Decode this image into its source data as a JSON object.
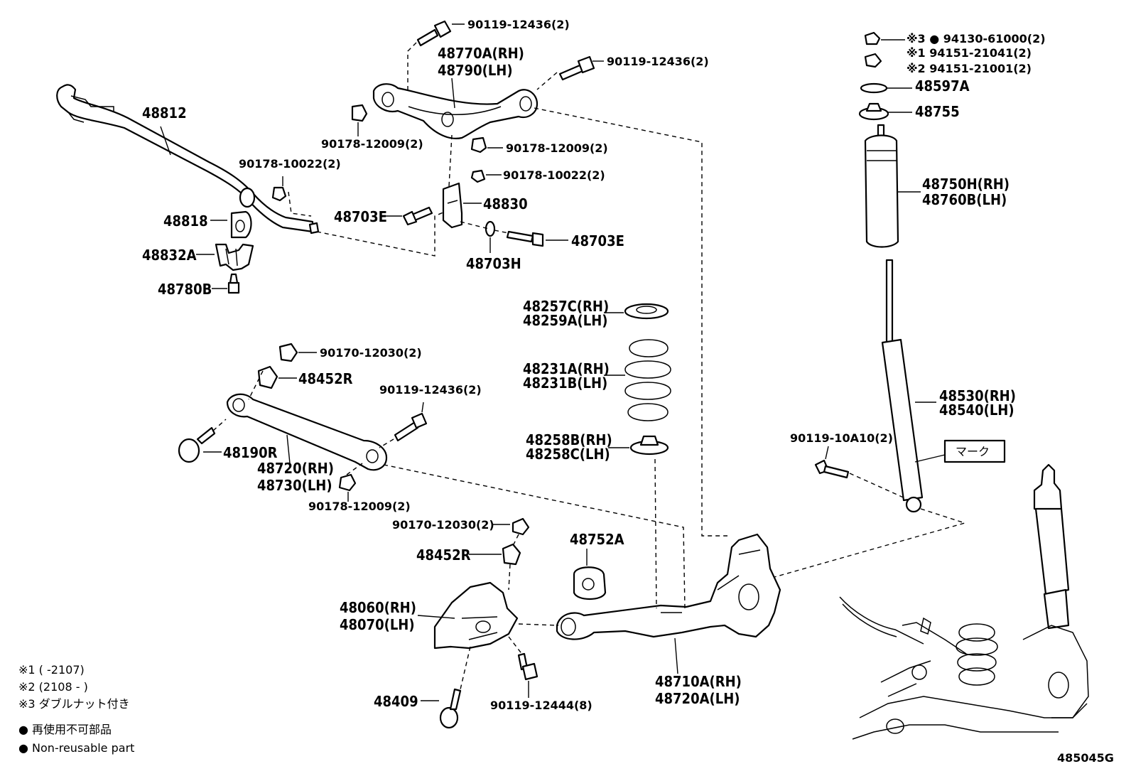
{
  "labels": {
    "p48812": "48812",
    "p48818": "48818",
    "p48832a": "48832A",
    "p48780b": "48780B",
    "p90178_10022_a": "90178-10022(2)",
    "p90119_12436_top": "90119-12436(2)",
    "p48770a_rh": "48770A(RH)",
    "p48790_lh": "48790(LH)",
    "p90119_12436_right": "90119-12436(2)",
    "p90178_12009_left": "90178-12009(2)",
    "p90178_12009_right": "90178-12009(2)",
    "p90178_10022_b": "90178-10022(2)",
    "p48830": "48830",
    "p48703e_left": "48703E",
    "p48703e_right": "48703E",
    "p48703h": "48703H",
    "p90170_12030_top": "90170-12030(2)",
    "p48452r_top": "48452R",
    "p90119_12436_mid": "90119-12436(2)",
    "p48190r": "48190R",
    "p48720_rh": "48720(RH)",
    "p48730_lh": "48730(LH)",
    "p90178_12009_bottom": "90178-12009(2)",
    "p90170_12030_bottom": "90170-12030(2)",
    "p48452r_bottom": "48452R",
    "p48060_rh": "48060(RH)",
    "p48070_lh": "48070(LH)",
    "p48409": "48409",
    "p90119_12444": "90119-12444(8)",
    "p48752a": "48752A",
    "p48710a_rh": "48710A(RH)",
    "p48720a_lh": "48720A(LH)",
    "p48257c_rh": "48257C(RH)",
    "p48259a_lh": "48259A(LH)",
    "p48231a_rh": "48231A(RH)",
    "p48231b_lh": "48231B(LH)",
    "p48258b_rh": "48258B(RH)",
    "p48258c_lh": "48258C(LH)",
    "p94130": "※3 ● 94130-61000(2)",
    "p94151_21041": "※1 94151-21041(2)",
    "p94151_21001": "※2 94151-21001(2)",
    "p48597a": "48597A",
    "p48755": "48755",
    "p48750h_rh": "48750H(RH)",
    "p48760b_lh": "48760B(LH)",
    "p48530_rh": "48530(RH)",
    "p48540_lh": "48540(LH)",
    "p90119_10a10": "90119-10A10(2)",
    "mark_box": "マーク"
  },
  "notes": {
    "n1": "※1 (        -2107)",
    "n2": "※2 (2108 -        )",
    "n3": "※3 ダブルナット付き",
    "legend_jp": "● 再使用不可部品",
    "legend_en": "● Non-reusable part"
  },
  "diagram_id": "485045G"
}
